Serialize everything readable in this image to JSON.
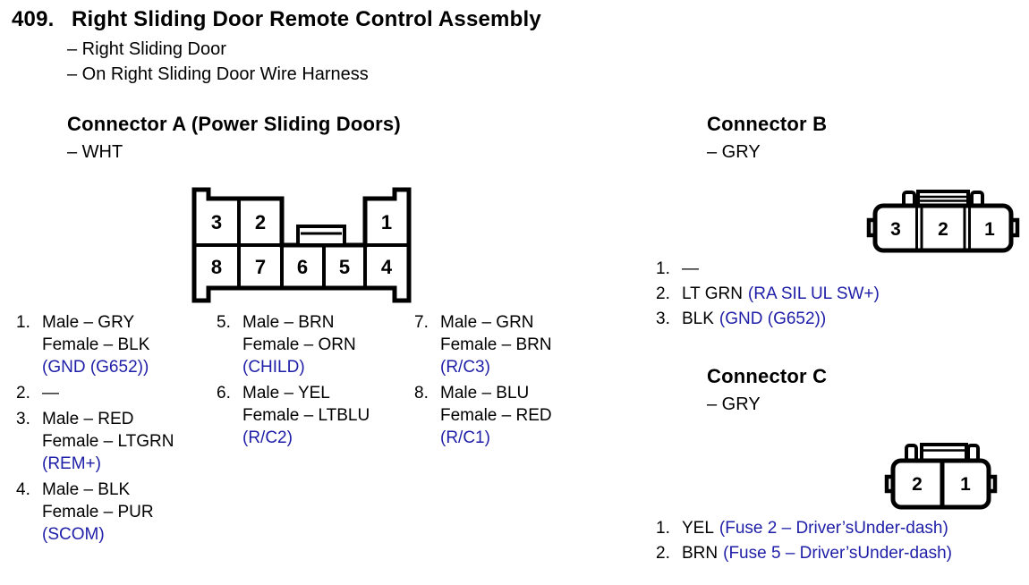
{
  "page": {
    "item_number": "409.",
    "title": "Right Sliding Door Remote Control Assembly",
    "subtitle_1": "– Right Sliding Door",
    "subtitle_2": "– On Right Sliding Door Wire Harness"
  },
  "colors": {
    "ink": "#000000",
    "signal_blue": "#1e1ea8",
    "background": "#ffffff"
  },
  "connector_a": {
    "title": "Connector A (Power Sliding Doors)",
    "color_note": "– WHT",
    "diagram_pins": {
      "top": [
        "3",
        "2",
        "1"
      ],
      "bottom": [
        "8",
        "7",
        "6",
        "5",
        "4"
      ]
    },
    "pins": [
      {
        "num": "1.",
        "lines": [
          "Male – GRY",
          "Female – BLK"
        ],
        "signal": "(GND (G652))"
      },
      {
        "num": "2.",
        "lines": [
          "—"
        ],
        "signal": ""
      },
      {
        "num": "3.",
        "lines": [
          "Male – RED",
          "Female – LTGRN"
        ],
        "signal": "(REM+)"
      },
      {
        "num": "4.",
        "lines": [
          "Male – BLK",
          "Female – PUR"
        ],
        "signal": "(SCOM)"
      },
      {
        "num": "5.",
        "lines": [
          "Male – BRN",
          "Female – ORN"
        ],
        "signal": "(CHILD)"
      },
      {
        "num": "6.",
        "lines": [
          "Male – YEL",
          "Female – LTBLU"
        ],
        "signal": "(R/C2)"
      },
      {
        "num": "7.",
        "lines": [
          "Male – GRN",
          "Female – BRN"
        ],
        "signal": "(R/C3)"
      },
      {
        "num": "8.",
        "lines": [
          "Male – BLU",
          "Female – RED"
        ],
        "signal": "(R/C1)"
      }
    ]
  },
  "connector_b": {
    "title": "Connector B",
    "color_note": "– GRY",
    "diagram_pins": [
      "3",
      "2",
      "1"
    ],
    "pins": [
      {
        "num": "1.",
        "wire": "—",
        "signal": ""
      },
      {
        "num": "2.",
        "wire": "LT GRN",
        "signal": "(RA SIL UL SW+)"
      },
      {
        "num": "3.",
        "wire": "BLK",
        "signal": "(GND (G652))"
      }
    ]
  },
  "connector_c": {
    "title": "Connector C",
    "color_note": "– GRY",
    "diagram_pins": [
      "2",
      "1"
    ],
    "pins": [
      {
        "num": "1.",
        "wire": "YEL",
        "signal": "(Fuse 2 – Driver’sUnder-dash)"
      },
      {
        "num": "2.",
        "wire": "BRN",
        "signal": "(Fuse 5 – Driver’sUnder-dash)"
      }
    ]
  }
}
